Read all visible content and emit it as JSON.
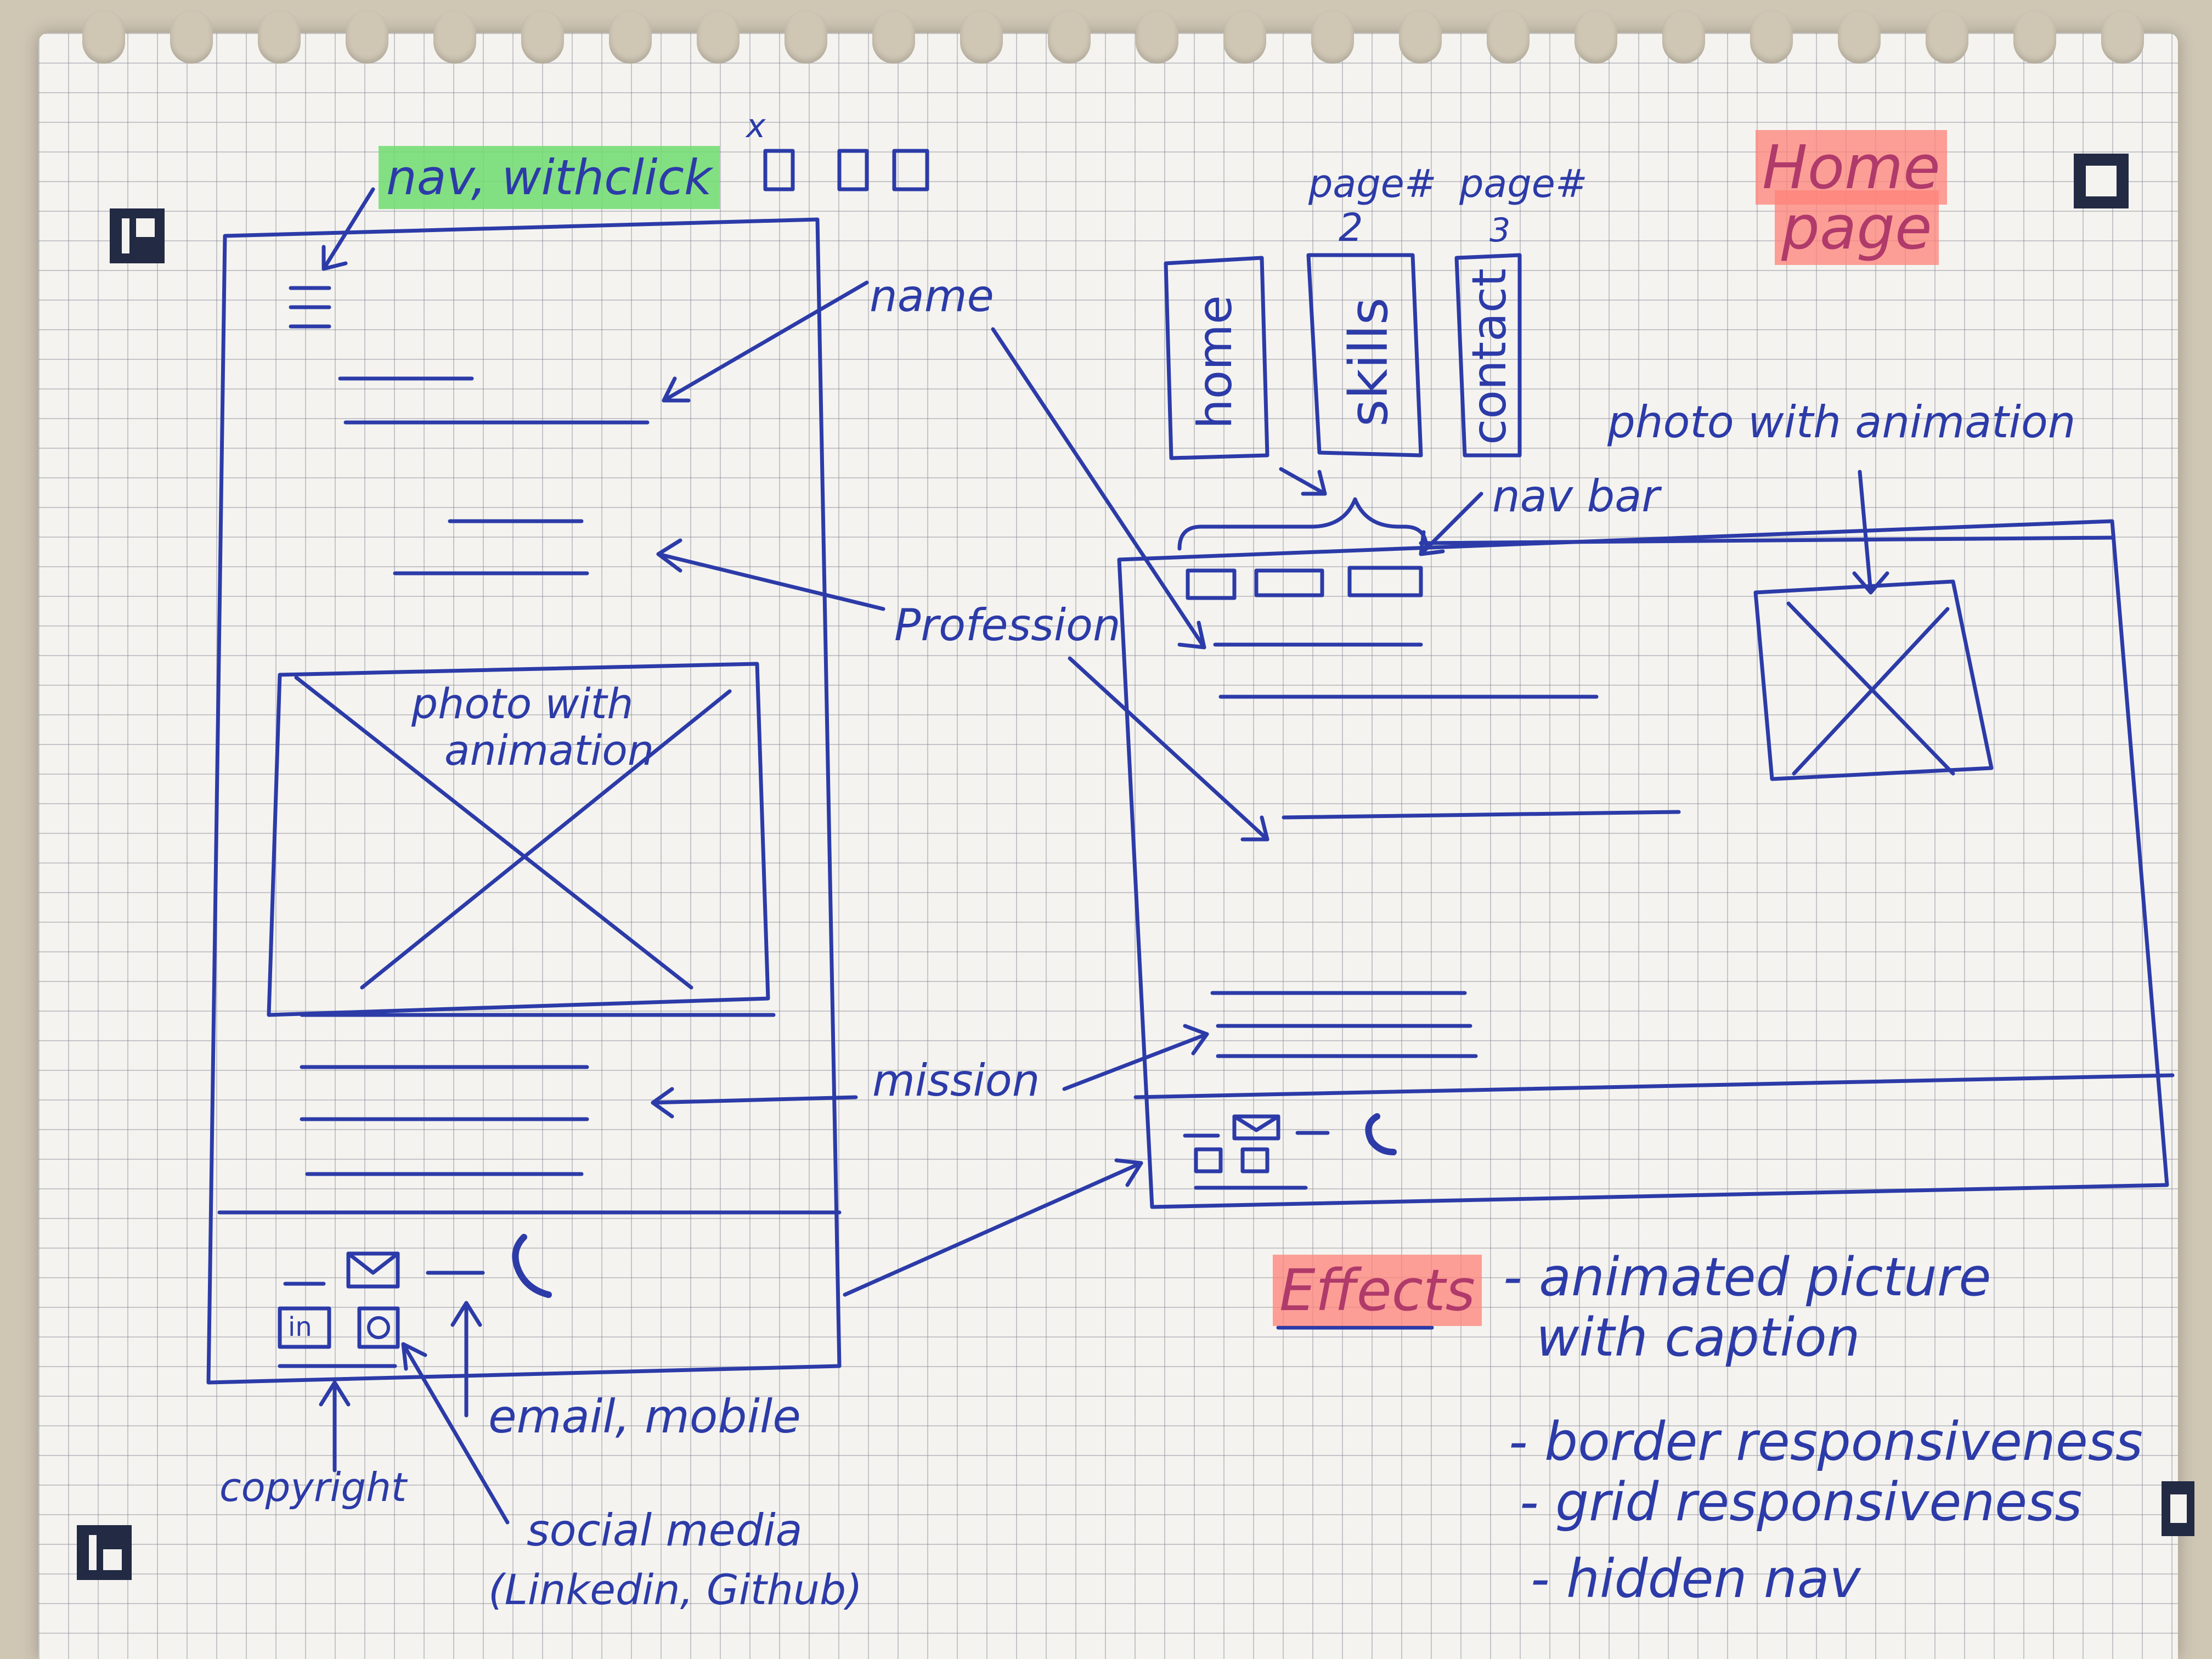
{
  "annotations": {
    "nav_with_click": "nav, withclick",
    "close_x": "x",
    "name": "name",
    "profession": "Profession",
    "mission": "mission",
    "photo_with_animation_mobile_line1": "photo with",
    "photo_with_animation_mobile_line2": "animation",
    "photo_with_animation_desktop": "photo with animation",
    "nav_bar": "nav bar",
    "copyright": "copyright",
    "email_mobile": "email, mobile",
    "social_media_line1": "social media",
    "social_media_line2": "(Linkedin, Github)"
  },
  "page_tabs": [
    {
      "header": "",
      "header_num": "",
      "label": "home"
    },
    {
      "header": "page#",
      "header_num": "2",
      "label": "skills"
    },
    {
      "header": "page#",
      "header_num": "3",
      "label": "contact"
    }
  ],
  "title": {
    "line1": "Home",
    "line2": "page"
  },
  "footer_icons": {
    "linkedin": "in"
  },
  "effects": {
    "heading": "Effects",
    "items": [
      "- animated picture",
      "with caption",
      "- border responsiveness",
      "- grid responsiveness",
      "- hidden nav"
    ]
  },
  "colors": {
    "ink": "#2c3ba8",
    "paper": "#f4f3ef",
    "highlight_green": "#6edc6e",
    "highlight_red": "#ff8278"
  }
}
